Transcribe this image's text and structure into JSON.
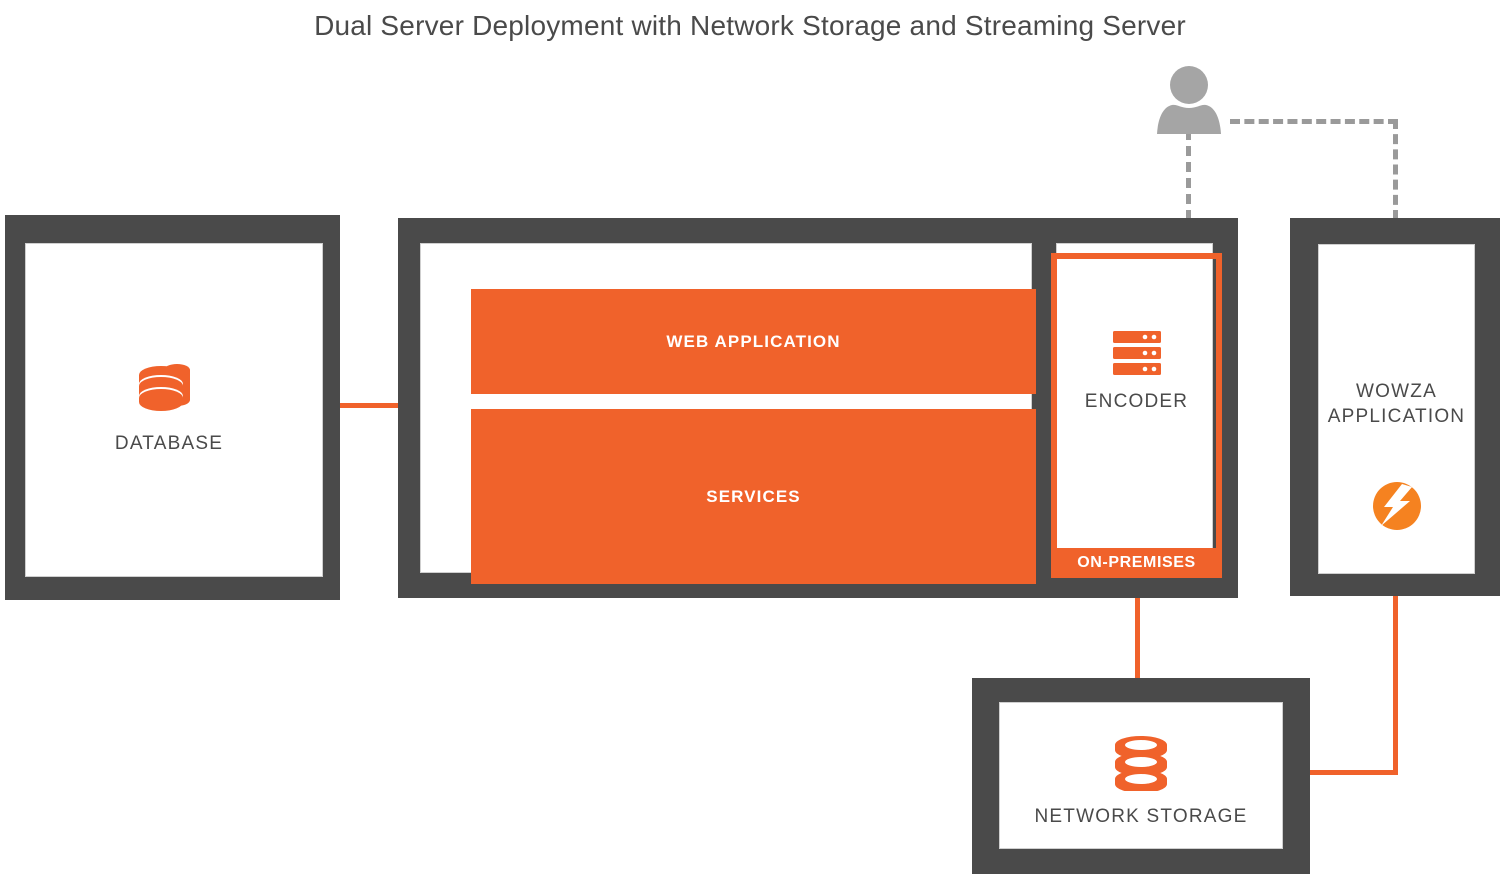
{
  "diagram": {
    "title": "Dual Server Deployment with Network Storage and Streaming Server",
    "colors": {
      "orange": "#F0622B",
      "dark_gray": "#4A4A4A",
      "mid_gray": "#9A9A9A",
      "white": "#FFFFFF",
      "text": "#4A4A4A"
    }
  },
  "nodes": {
    "database": {
      "label": "DATABASE",
      "icon": "database-cylinder-icon"
    },
    "app_server": {
      "bands": [
        {
          "label": "WEB APPLICATION",
          "name": "web-application"
        },
        {
          "label": "SERVICES",
          "name": "services"
        }
      ],
      "encoder": {
        "label": "ENCODER",
        "icon": "server-rack-icon",
        "banner": "ON-PREMISES"
      }
    },
    "wowza": {
      "label": "WOWZA\nAPPLICATION",
      "icon": "wowza-logo-icon"
    },
    "network_storage": {
      "label": "NETWORK STORAGE",
      "icon": "disk-stack-icon"
    },
    "user": {
      "icon": "user-person-icon"
    }
  },
  "connectors": [
    {
      "name": "database-to-app-server",
      "style": "solid",
      "color": "#F0622B"
    },
    {
      "name": "encoder-to-network-storage",
      "style": "solid",
      "color": "#F0622B"
    },
    {
      "name": "wowza-to-network-storage",
      "style": "solid",
      "color": "#F0622B"
    },
    {
      "name": "user-to-app-server",
      "style": "dashed",
      "color": "#9A9A9A"
    },
    {
      "name": "user-to-wowza",
      "style": "dashed",
      "color": "#9A9A9A"
    }
  ]
}
